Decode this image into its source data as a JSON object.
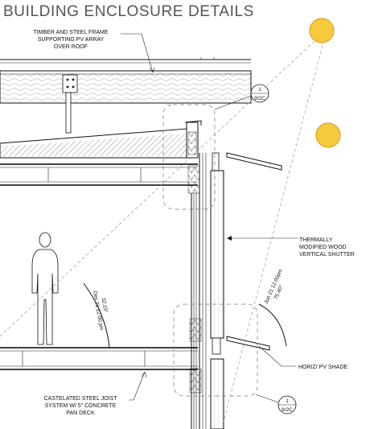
{
  "title": "BUILDING ENCLOSURE DETAILS",
  "notes": {
    "frame": [
      "TIMBER AND STEEL FRAME",
      "SUPPORTING  PV ARRAY",
      "OVER ROOF"
    ],
    "shutter": [
      "THERMALLY",
      "MODIFIED WOOD",
      "VERTICAL SHUTTER"
    ],
    "shade": "HORIZ/ PV SHADE",
    "joist": [
      "CASTELATED STEEL JOIST",
      "SYSTEM W/ 5\" CONCRETE",
      "PAN DECK"
    ]
  },
  "detail_tags": [
    {
      "number": "1",
      "sheet": "9/2C"
    },
    {
      "number": "1",
      "sheet": "8/2C"
    }
  ],
  "sun_angles": [
    {
      "date": "Dec 21 12:00 pm",
      "angle": "32.15°"
    },
    {
      "date": "Jun 21 12:00pm",
      "angle": "75.40°"
    }
  ],
  "colors": {
    "sun_fill": "#F7C93D",
    "sun_stroke": "#E0A21E",
    "line": "#111111",
    "title": "#555555"
  },
  "icons": [
    "sun-icon",
    "human-figure"
  ]
}
